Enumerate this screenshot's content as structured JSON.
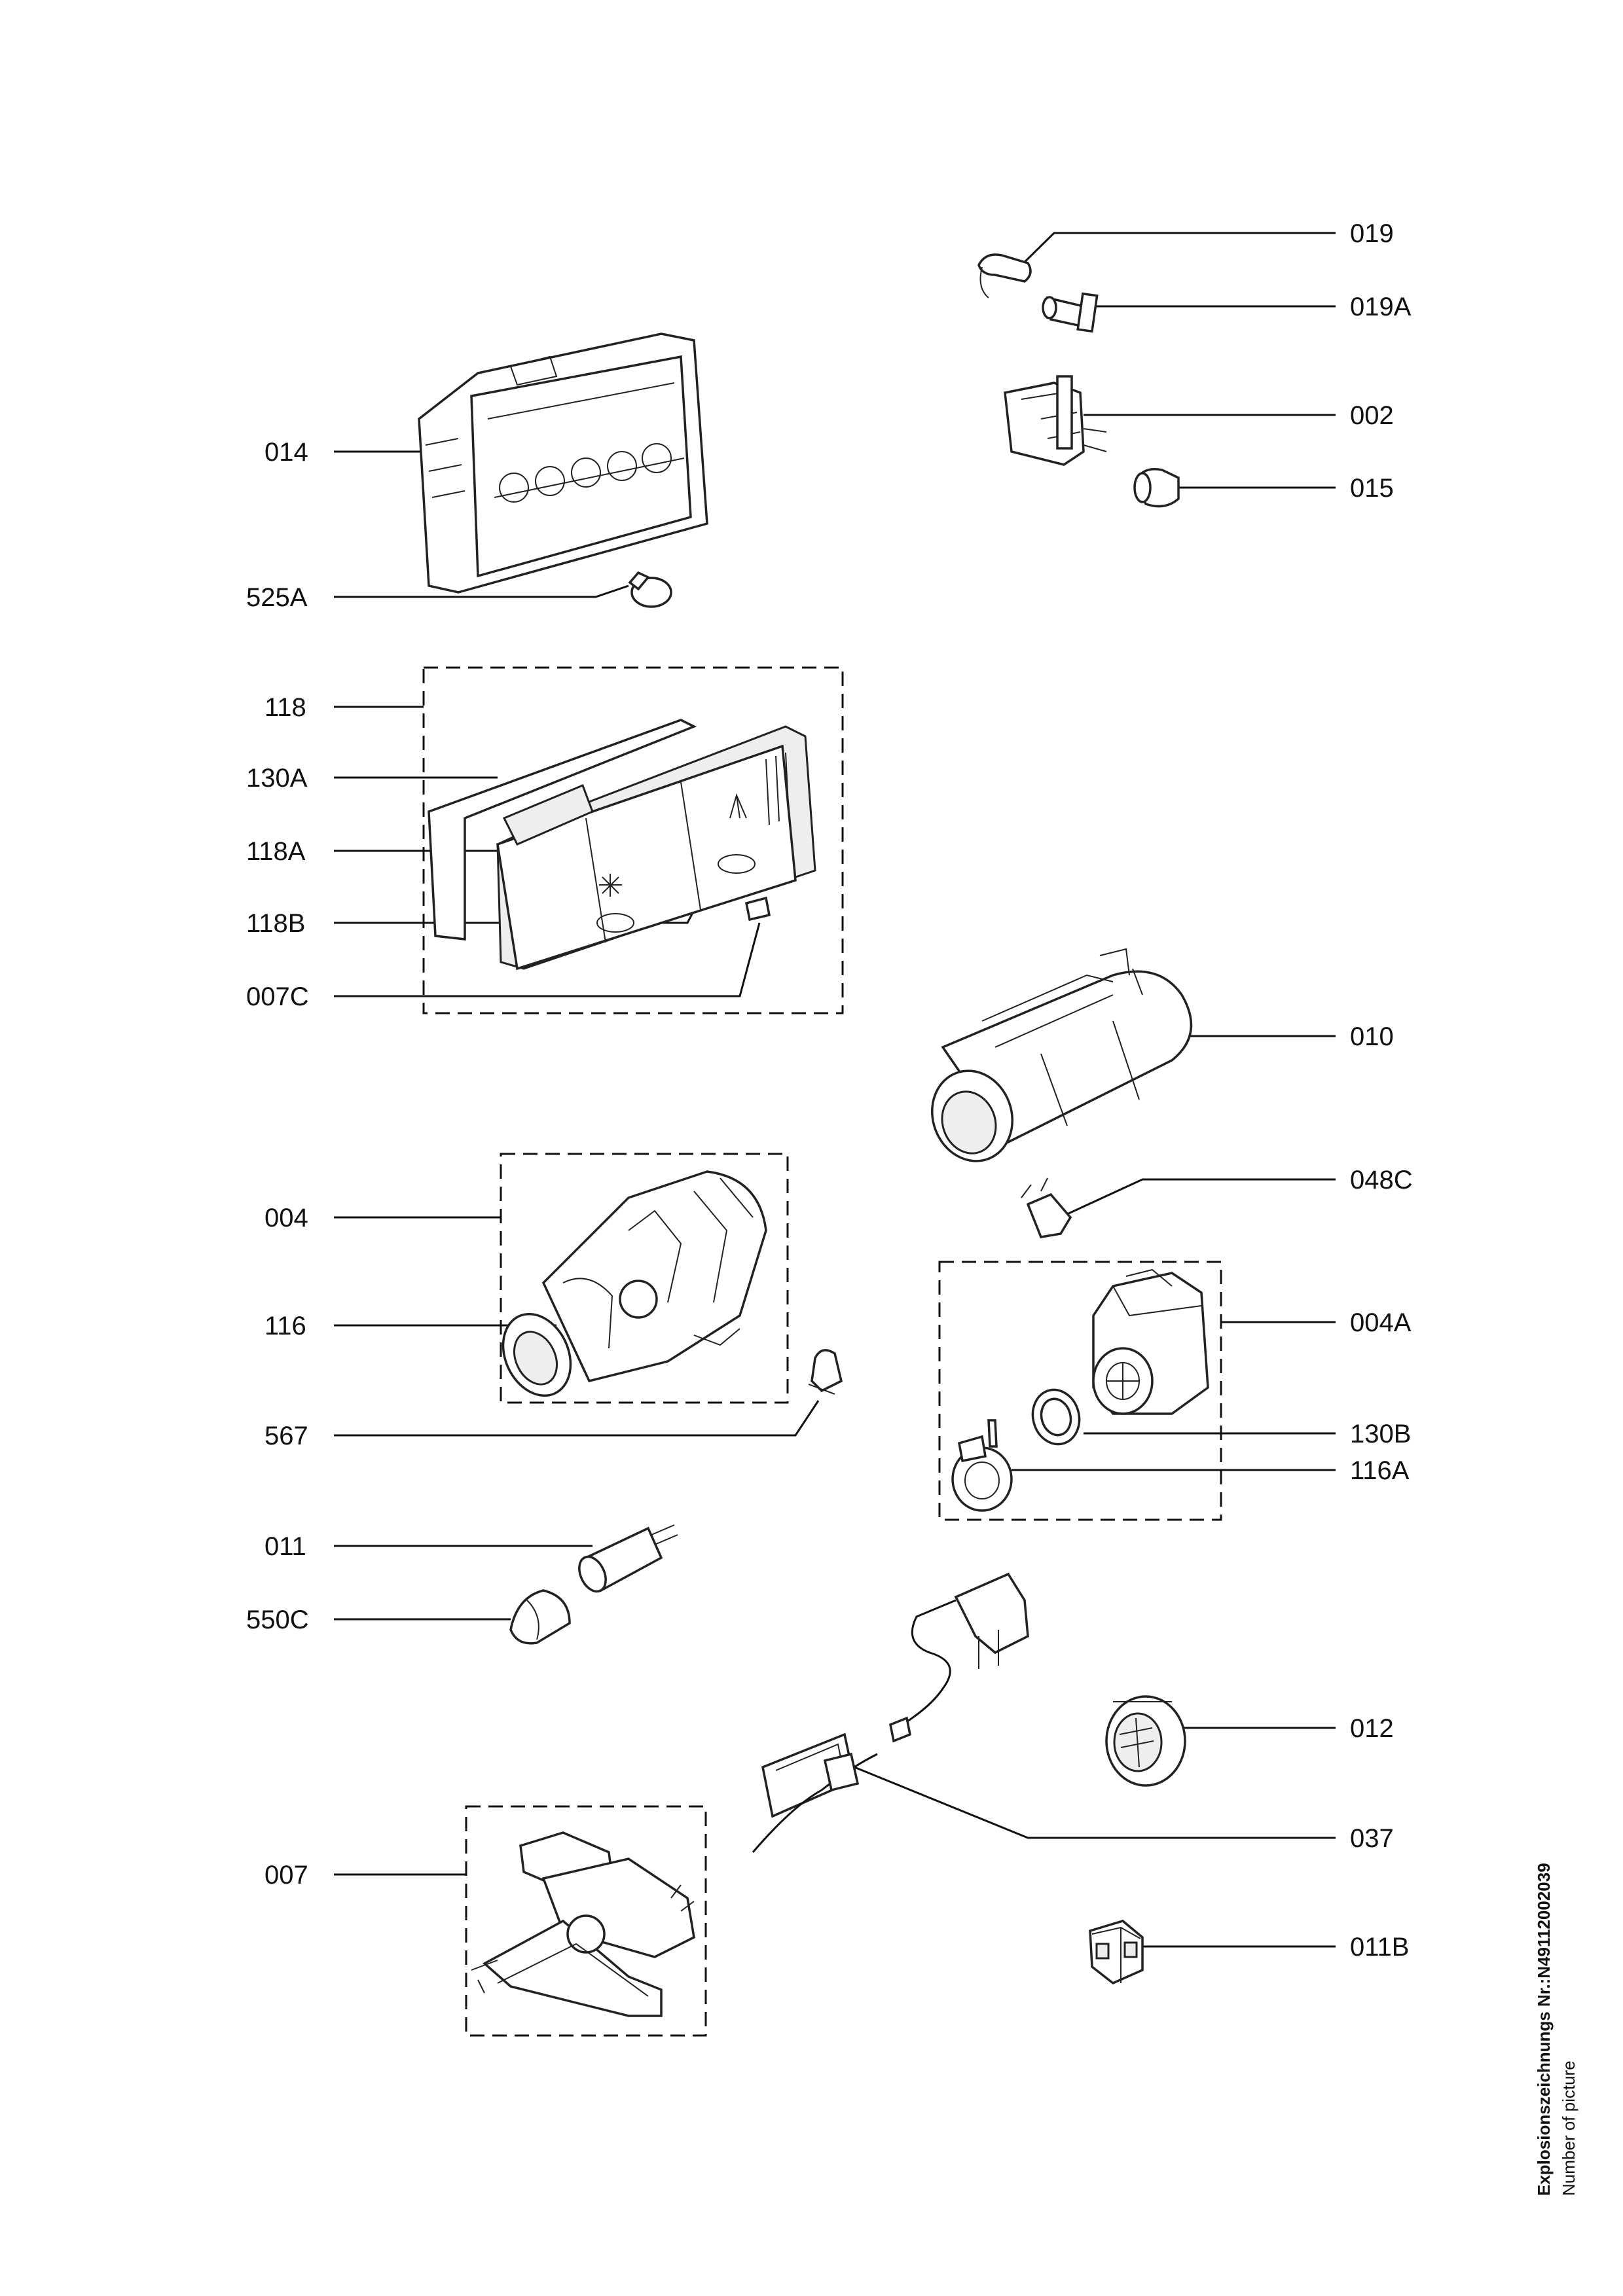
{
  "labels": {
    "l019": "019",
    "l019A": "019A",
    "l002": "002",
    "l015": "015",
    "l014": "014",
    "l525A": "525A",
    "l118": "118",
    "l130A": "130A",
    "l118A": "118A",
    "l118B": "118B",
    "l007C": "007C",
    "l010": "010",
    "l048C": "048C",
    "l004": "004",
    "l116": "116",
    "l567": "567",
    "l004A": "004A",
    "l130B": "130B",
    "l116A": "116A",
    "l011": "011",
    "l550C": "550C",
    "l012": "012",
    "l037": "037",
    "l007": "007",
    "l011B": "011B"
  },
  "side_text": {
    "line1": "Explosionszeichnungs Nr.:N4911200203​9",
    "line2": "Number of picture"
  }
}
